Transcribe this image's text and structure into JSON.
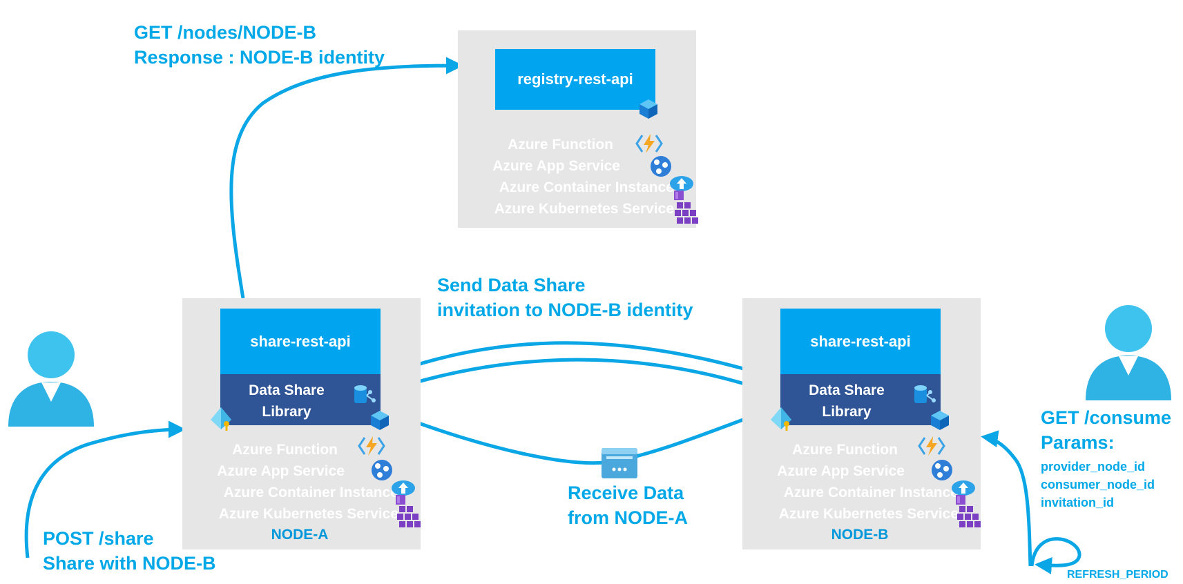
{
  "registry": {
    "api_label": "registry-rest-api",
    "services": [
      "Azure Function",
      "Azure App Service",
      "Azure Container Instance",
      "Azure Kubernetes Service"
    ]
  },
  "node_a": {
    "api_label": "share-rest-api",
    "library_line1": "Data Share",
    "library_line2": "Library",
    "services": [
      "Azure Function",
      "Azure App Service",
      "Azure Container Instance",
      "Azure Kubernetes Service"
    ],
    "node_label": "NODE-A"
  },
  "node_b": {
    "api_label": "share-rest-api",
    "library_line1": "Data Share",
    "library_line2": "Library",
    "services": [
      "Azure Function",
      "Azure App Service",
      "Azure Container Instance",
      "Azure Kubernetes Service"
    ],
    "node_label": "NODE-B"
  },
  "annotations": {
    "get_nodes_line1": "GET /nodes/NODE-B",
    "get_nodes_line2": "Response : NODE-B identity",
    "send_invite_line1": "Send Data Share",
    "send_invite_line2": "invitation to NODE-B identity",
    "receive_line1": "Receive Data",
    "receive_line2": "from NODE-A",
    "post_share_line1": "POST /share",
    "post_share_line2": "Share with NODE-B",
    "get_consume_line1": "GET /consume",
    "get_consume_line2": "Params:",
    "param1": "provider_node_id",
    "param2": "consumer_node_id",
    "param3": "invitation_id",
    "refresh": "REFRESH_PERIOD"
  },
  "colors": {
    "accent": "#00a4ef",
    "arrow": "#0aa6e6",
    "library": "#2f5597",
    "panel": "#e6e6e6",
    "label_text": "#00a8e8"
  },
  "icons": [
    "user-icon",
    "cube-icon",
    "function-icon",
    "app-service-icon",
    "container-instance-icon",
    "kubernetes-icon",
    "storage-icon",
    "key-vault-icon",
    "browser-icon"
  ]
}
